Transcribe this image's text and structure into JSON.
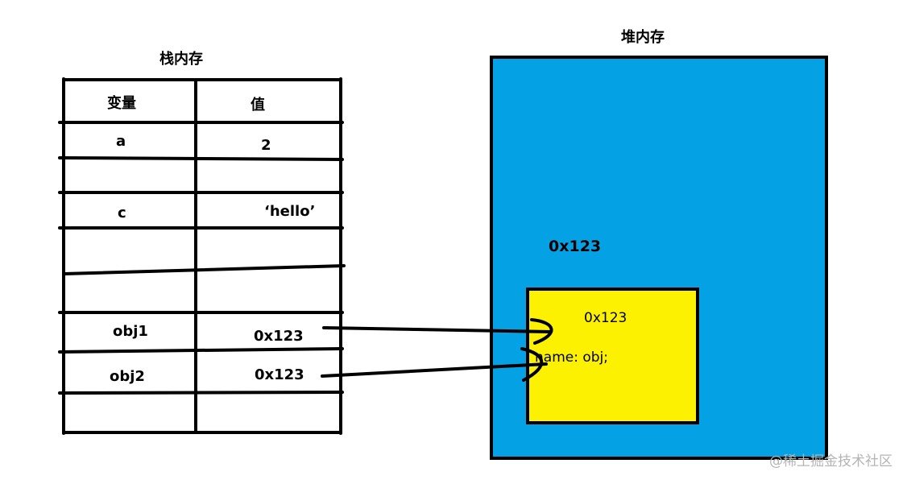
{
  "stack": {
    "title": "栈内存",
    "header": {
      "variable": "变量",
      "value": "值"
    },
    "rows": [
      {
        "variable": "a",
        "value": "2"
      },
      {
        "variable": "",
        "value": ""
      },
      {
        "variable": "c",
        "value": "‘hello’"
      },
      {
        "variable": "",
        "value": ""
      },
      {
        "variable": "",
        "value": ""
      },
      {
        "variable": "obj1",
        "value": "0x123"
      },
      {
        "variable": "obj2",
        "value": "0x123"
      },
      {
        "variable": "",
        "value": ""
      }
    ]
  },
  "heap": {
    "title": "堆内存",
    "address_label": "0x123",
    "object": {
      "address": "0x123",
      "content": "name: obj;"
    },
    "fill_color": "#04a2e4",
    "object_color": "#fcf100"
  },
  "watermark": "@稀土掘金技术社区"
}
